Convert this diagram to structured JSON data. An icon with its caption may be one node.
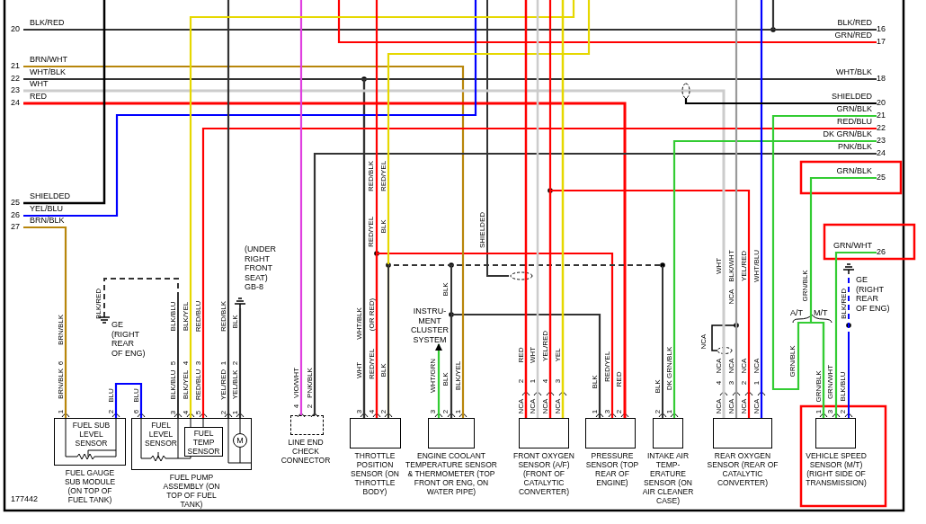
{
  "diagram": {
    "nodes": [
      {
        "text": [
          "FUEL SUB LEVEL SENSOR",
          "FUEL GAUGE SUB MODULE (ON TOP OF FUEL TANK)"
        ]
      },
      {
        "text": [
          "FUEL LEVEL SENSOR",
          "FUEL PUMP ASSEMBLY (ON TOP OF FUEL TANK)"
        ]
      },
      {
        "text": [
          "FUEL TEMP SENSOR"
        ],
        "in": 1
      },
      {
        "text": [
          "M"
        ],
        "in": 1
      },
      {
        "text": [
          "LINE END CHECK CONNECTOR"
        ]
      },
      {
        "text": [
          "THROTTLE POSITION SENSOR (ON THROTTLE BODY)"
        ]
      },
      {
        "text": [
          "ENGINE COOLANT TEMPERATURE SENSOR & THERMOMETER (TOP FRONT OR ENG, ON WATER PIPE)"
        ]
      },
      {
        "text": [
          "FRONT OXYGEN SENSOR (A/F) (FRONT OF CATALYTIC CONVERTER)"
        ]
      },
      {
        "text": [
          "PRESSURE SENSOR (TOP REAR OF ENGINE)"
        ]
      },
      {
        "text": [
          "INTAKE AIR TEMP- ERATURE SENSOR (ON AIR CLEANER CASE)"
        ]
      },
      {
        "text": [
          "REAR OXYGEN SENSOR (REAR OF CATALYTIC CONVERTER)"
        ]
      },
      {
        "text": [
          "VEHICLE SPEED SENSOR (M/T) (RIGHT SIDE OF TRANSMISSION)"
        ]
      },
      {
        "text": [
          "INSTRU- MENT CLUSTER SYSTEM"
        ]
      },
      {
        "text": [
          "20"
        ],
        "beside": [
          "BLK/RED"
        ]
      },
      {
        "text": [
          "21"
        ],
        "beside": [
          "BRN/WHT"
        ]
      },
      {
        "text": [
          "22"
        ],
        "beside": [
          "WHT/BLK"
        ]
      },
      {
        "text": [
          "23"
        ],
        "beside": [
          "WHT"
        ]
      },
      {
        "text": [
          "24"
        ],
        "beside": [
          "RED"
        ]
      },
      {
        "text": [
          "25"
        ],
        "beside": [
          "SHIELDED"
        ]
      },
      {
        "text": [
          "26"
        ],
        "beside": [
          "YEL/BLU"
        ]
      },
      {
        "text": [
          "27"
        ],
        "beside": [
          "BRN/BLK"
        ]
      },
      {
        "text": [
          "16"
        ],
        "beside": [
          "BLK/RED"
        ]
      },
      {
        "text": [
          "17"
        ],
        "beside": [
          "GRN/RED"
        ]
      },
      {
        "text": [
          "18"
        ],
        "beside": [
          "WHT/BLK"
        ]
      },
      {
        "text": [
          "20"
        ],
        "beside": [
          "SHIELDED"
        ]
      },
      {
        "text": [
          "21"
        ],
        "beside": [
          "GRN/BLK"
        ]
      },
      {
        "text": [
          "22"
        ],
        "beside": [
          "RED/BLU"
        ]
      },
      {
        "text": [
          "23"
        ],
        "beside": [
          "DK GRN/BLK"
        ]
      },
      {
        "text": [
          "24"
        ],
        "beside": [
          "PNK/BLK"
        ]
      },
      {
        "text": [
          "25"
        ],
        "beside": [
          "GRN/BLK"
        ]
      },
      {
        "text": [
          "26"
        ],
        "beside": [
          "GRN/WHT"
        ]
      },
      {
        "text": [],
        "shape": "ground",
        "beside": [
          "GE (RIGHT REAR OF ENG)"
        ]
      },
      {
        "text": [],
        "shape": "ground",
        "beside": [
          "(UNDER RIGHT FRONT SEAT) GB-8"
        ]
      },
      {
        "text": [],
        "shape": "ground",
        "beside": [
          "GE (RIGHT REAR OF ENG)"
        ]
      }
    ],
    "edges": [
      {
        "from": 0,
        "to": 1,
        "arrow": "none",
        "color": "#0000ff"
      },
      {
        "from": 5,
        "to": 8,
        "arrow": "none",
        "color": "#ff0000"
      },
      {
        "from": 6,
        "to": 8,
        "arrow": "none",
        "color": "#333333"
      },
      {
        "from": 7,
        "to": 10,
        "arrow": "none",
        "color": "#ff0000"
      },
      {
        "from": 13,
        "to": 21,
        "arrow": "none",
        "color": "#333333"
      },
      {
        "from": null,
        "to": 21,
        "arrow": "none",
        "color": "#333333"
      },
      {
        "from": null,
        "to": 22,
        "arrow": "none",
        "color": "#ff0000"
      },
      {
        "from": 14,
        "to": 6,
        "arrow": "none",
        "color": "#b8860b"
      },
      {
        "from": 15,
        "to": 23,
        "arrow": "none",
        "color": "#333333"
      },
      {
        "from": 15,
        "to": 5,
        "arrow": "none",
        "color": "#333333"
      },
      {
        "from": 23,
        "to": 5,
        "arrow": "none",
        "color": "#333333"
      },
      {
        "from": 16,
        "to": 10,
        "arrow": "none",
        "color": "#cccccc"
      },
      {
        "from": 17,
        "to": 8,
        "arrow": "none",
        "color": "#ff0000"
      },
      {
        "from": 18,
        "to": null,
        "arrow": "none",
        "color": "#000000"
      },
      {
        "from": 19,
        "to": null,
        "arrow": "none",
        "color": "#0000ff"
      },
      {
        "from": 20,
        "to": 0,
        "arrow": "none",
        "color": "#b8860b"
      },
      {
        "from": 26,
        "to": 1,
        "arrow": "none",
        "color": "#ff0000"
      },
      {
        "from": 28,
        "to": 4,
        "arrow": "none",
        "color": "#333333"
      },
      {
        "from": null,
        "to": 4,
        "arrow": "none",
        "color": "#e040e0"
      },
      {
        "from": null,
        "to": 1,
        "arrow": "none",
        "color": "#333333"
      },
      {
        "from": 32,
        "to": 1,
        "arrow": "none",
        "color": "#333333"
      },
      {
        "from": 1,
        "to": 31,
        "arrow": "none",
        "style": "dashed",
        "color": "#333333"
      },
      {
        "from": 1,
        "to": null,
        "arrow": "none",
        "color": "#e6d800"
      },
      {
        "from": null,
        "to": 5,
        "arrow": "none",
        "color": "#ff0000"
      },
      {
        "from": null,
        "to": 5,
        "arrow": "none",
        "color": "#e6d800"
      },
      {
        "from": 5,
        "to": 6,
        "arrow": "none",
        "style": "dashed",
        "color": "#333333"
      },
      {
        "from": 6,
        "to": 9,
        "arrow": "none",
        "style": "dashed",
        "color": "#333333"
      },
      {
        "from": 5,
        "to": 9,
        "arrow": "none",
        "style": "dashed",
        "color": "#333333"
      },
      {
        "from": 6,
        "to": 12,
        "arrow": "to",
        "color": "#33cc33"
      },
      {
        "from": null,
        "to": 7,
        "arrow": "none",
        "color": "#ff0000"
      },
      {
        "from": null,
        "to": 7,
        "arrow": "none",
        "color": "#cccccc"
      },
      {
        "from": null,
        "to": 7,
        "arrow": "none",
        "color": "#ff0000"
      },
      {
        "from": null,
        "to": 7,
        "arrow": "none",
        "color": "#e6d800"
      },
      {
        "from": 27,
        "to": 9,
        "arrow": "none",
        "color": "#33cc33"
      },
      {
        "from": null,
        "to": 10,
        "arrow": "none",
        "color": "#999999"
      },
      {
        "from": null,
        "to": 10,
        "arrow": "none",
        "color": "#0000ff"
      },
      {
        "from": 24,
        "to": null,
        "arrow": "other",
        "color": "#000000"
      },
      {
        "from": 25,
        "to": 11,
        "arrow": "none",
        "color": "#33cc33"
      },
      {
        "from": 29,
        "to": 11,
        "arrow": "none",
        "color": "#33cc33"
      },
      {
        "from": 30,
        "to": 11,
        "arrow": "none",
        "color": "#33cc33"
      },
      {
        "from": 33,
        "to": 11,
        "arrow": "none",
        "style": "dashed",
        "color": "#0000ff"
      }
    ],
    "labels": [
      "RED/BLK",
      "RED/YEL",
      "RED/YEL",
      "BLK",
      "SHIELDED",
      "BRN/BLK",
      "6",
      "1",
      "BRN/BLK",
      "BLK/RED",
      "2",
      "BLU",
      "6",
      "BLU",
      "BLK/BLU",
      "BLK/YEL",
      "RED/BLU",
      "RED/BLK",
      "BLK",
      "5",
      "4",
      "3",
      "1",
      "2",
      "BLK/BLU",
      "BLK/YEL",
      "RED/BLU",
      "YEL/RED",
      "YEL/BLK",
      "3",
      "4",
      "5",
      "2",
      "1",
      "4",
      "VIO/WHT",
      "2",
      "PNK/BLK",
      "WHT/BLK",
      "(OR RED)",
      "WHT",
      "RED/YEL",
      "BLK",
      "3",
      "4",
      "2",
      "BLK",
      "WHT/GRN",
      "BLK",
      "BLK/YEL",
      "3",
      "2",
      "1",
      "RED",
      "WHT",
      "YEL/RED",
      "YEL",
      "2",
      "1",
      "4",
      "3",
      "NCA",
      "NCA",
      "NCA",
      "NCA",
      "BLK",
      "RED/YEL",
      "RED",
      "1",
      "3",
      "2",
      "BLK",
      "DK GRN/BLK",
      "2",
      "1",
      "WHT",
      "BLK/WHT",
      "YEL/RED",
      "WHT/BLU",
      "NCA",
      "NCA",
      "NCA",
      "NCA",
      "NCA",
      "NCA",
      "4",
      "3",
      "2",
      "1",
      "NCA",
      "NCA",
      "NCA",
      "NCA",
      "GRN/BLK",
      "A/T",
      "M/T",
      "GRN/BLK",
      "BLK/RED",
      "GRN/BLK",
      "GRN/WHT",
      "BLK/BLU",
      "1",
      "3",
      "2",
      "177442"
    ]
  }
}
